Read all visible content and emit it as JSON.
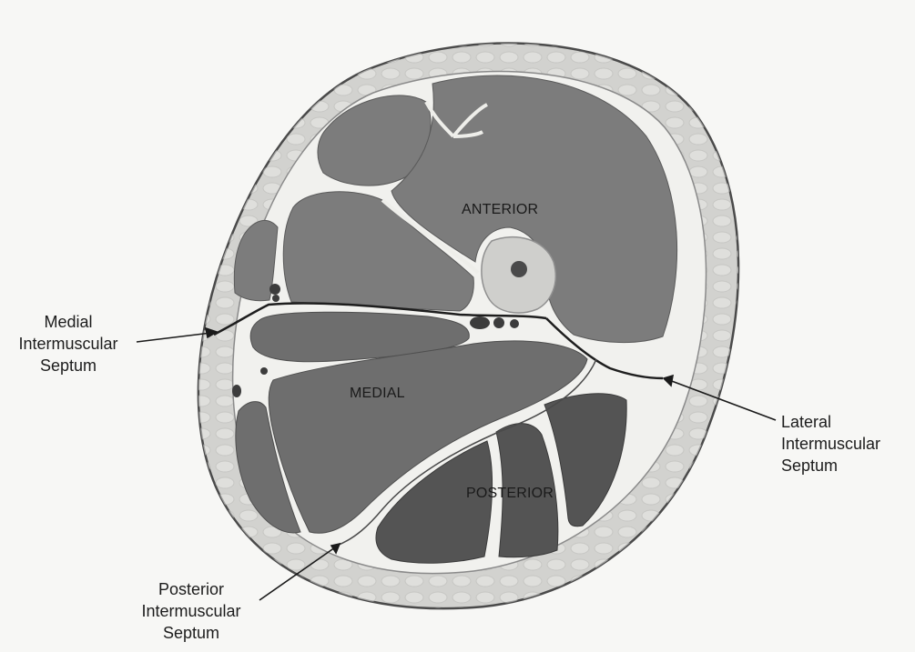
{
  "compartments": {
    "anterior": "ANTERIOR",
    "medial": "MEDIAL",
    "posterior": "POSTERIOR"
  },
  "labels": {
    "medial_septum": [
      "Medial",
      "Intermuscular",
      "Septum"
    ],
    "lateral_septum": [
      "Lateral",
      "Intermuscular",
      "Septum"
    ],
    "posterior_septum": [
      "Posterior",
      "Intermuscular",
      "Septum"
    ]
  },
  "colors": {
    "background": "#f7f7f5",
    "skin_outline": "#4a4a4a",
    "subcutaneous_fat": "#d2d2cf",
    "fascia": "#f1f1ee",
    "anterior_muscle": "#7c7c7c",
    "medial_muscle": "#6e6e6e",
    "posterior_muscle": "#545454",
    "bone": "#cfcfcc",
    "septum_line": "#1e1e1e"
  }
}
